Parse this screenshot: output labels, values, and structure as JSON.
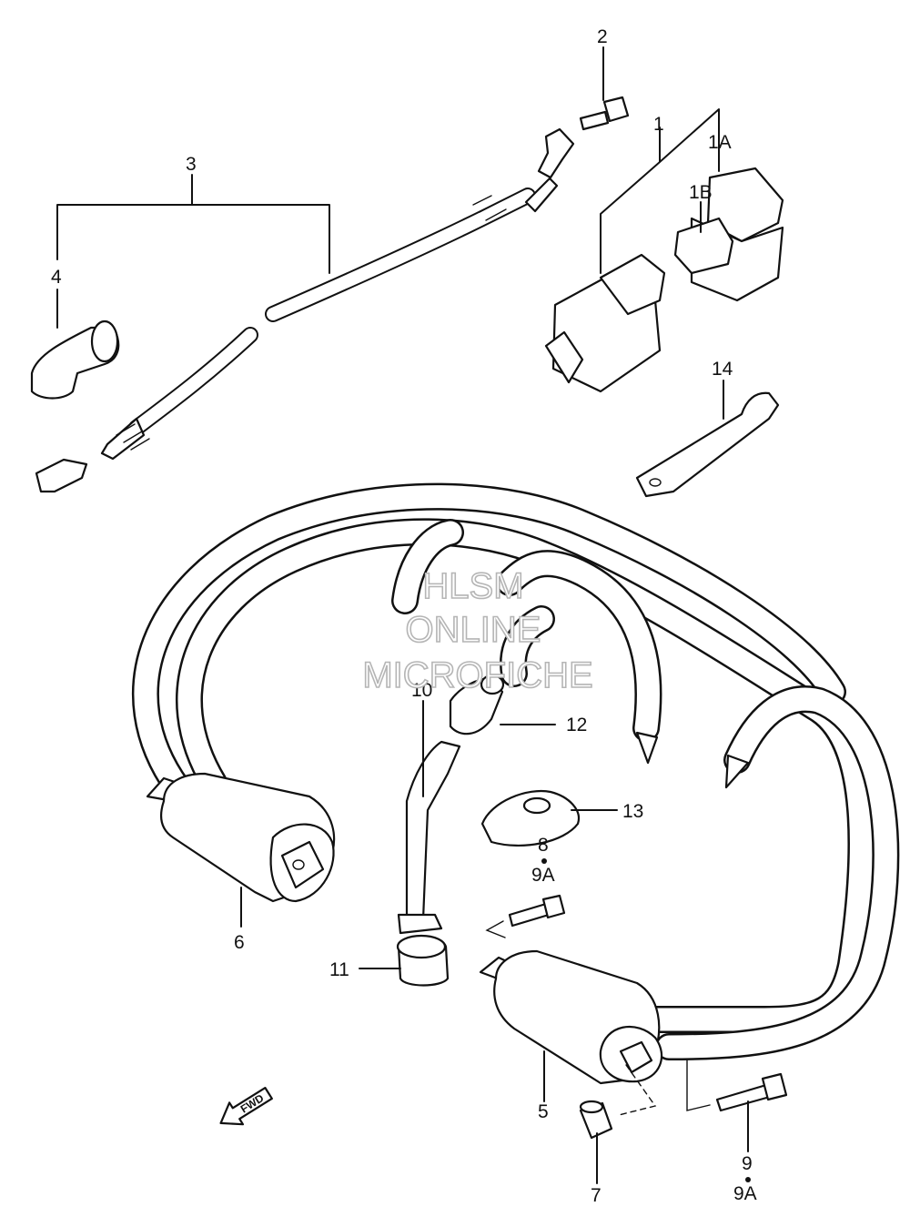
{
  "callouts": {
    "c1": "1",
    "c1A": "1A",
    "c1B": "1B",
    "c2": "2",
    "c3": "3",
    "c4": "4",
    "c5": "5",
    "c6": "6",
    "c7": "7",
    "c8": "8",
    "c9A_upper": "9A",
    "c9": "9",
    "c9A_lower": "9A",
    "c10": "10",
    "c11": "11",
    "c12": "12",
    "c13": "13",
    "c14": "14"
  },
  "watermark": {
    "line1": "HLSM",
    "line2": "ONLINE",
    "line3": "MICROFICHE"
  },
  "direction": {
    "arrow_label": "FWD"
  },
  "icons": {
    "direction_arrow": "fwd-arrow-icon",
    "callout_dot": "bullet-dot"
  }
}
